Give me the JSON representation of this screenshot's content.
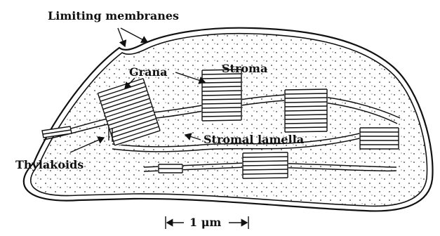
{
  "labels": {
    "limiting_membranes": "Limiting membranes",
    "grana": "Grana",
    "stroma": "Stroma",
    "thylakoids": "Thylakoids",
    "stromal_lamella": "Stromal lamella",
    "scale_bar": "1 μm"
  },
  "colors": {
    "ink": "#111111",
    "background": "#ffffff"
  }
}
